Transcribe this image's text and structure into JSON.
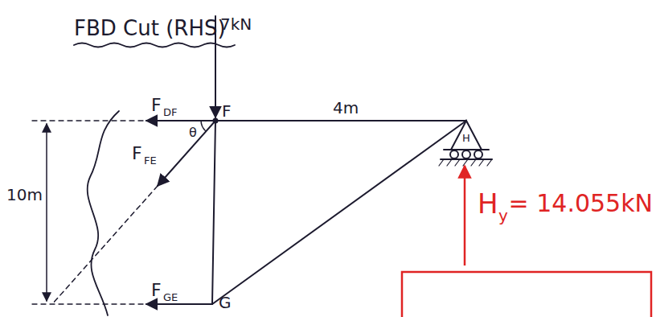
{
  "diagram": {
    "title": "FBD Cut (RHS)",
    "labels": [
      "7kN",
      "F",
      "DF",
      "θ",
      "F",
      "4m",
      "H",
      "10m",
      "F",
      "FE",
      "G",
      "F",
      "GE",
      "H",
      "y",
      "= 14.055kN"
    ]
  }
}
